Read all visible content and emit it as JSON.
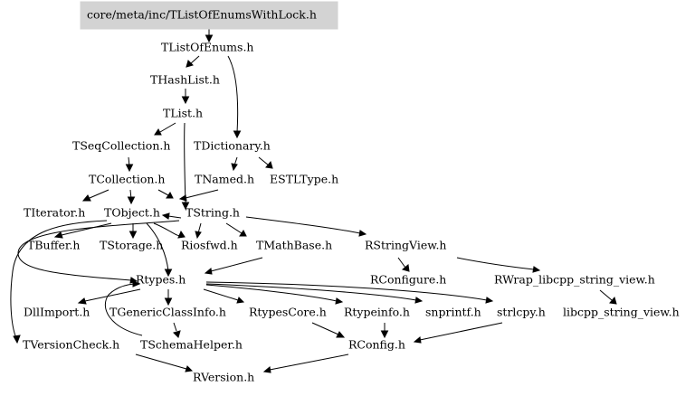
{
  "graph": {
    "root": "core/meta/inc/TListOfEnumsWithLock.h",
    "nodes": {
      "n1": "TListOfEnums.h",
      "n2": "THashList.h",
      "n3": "TList.h",
      "n4": "TSeqCollection.h",
      "n5": "TDictionary.h",
      "n6": "TCollection.h",
      "n7": "TNamed.h",
      "n8": "ESTLType.h",
      "n9": "TIterator.h",
      "n10": "TObject.h",
      "n11": "TString.h",
      "n12": "TBuffer.h",
      "n13": "TStorage.h",
      "n14": "Riosfwd.h",
      "n15": "TMathBase.h",
      "n16": "RStringView.h",
      "n17": "Rtypes.h",
      "n18": "RConfigure.h",
      "n19": "RWrap_libcpp_string_view.h",
      "n20": "DllImport.h",
      "n21": "TGenericClassInfo.h",
      "n22": "RtypesCore.h",
      "n23": "Rtypeinfo.h",
      "n24": "snprintf.h",
      "n25": "strlcpy.h",
      "n26": "libcpp_string_view.h",
      "n27": "TVersionCheck.h",
      "n28": "TSchemaHelper.h",
      "n29": "RConfig.h",
      "n30": "RVersion.h"
    }
  }
}
